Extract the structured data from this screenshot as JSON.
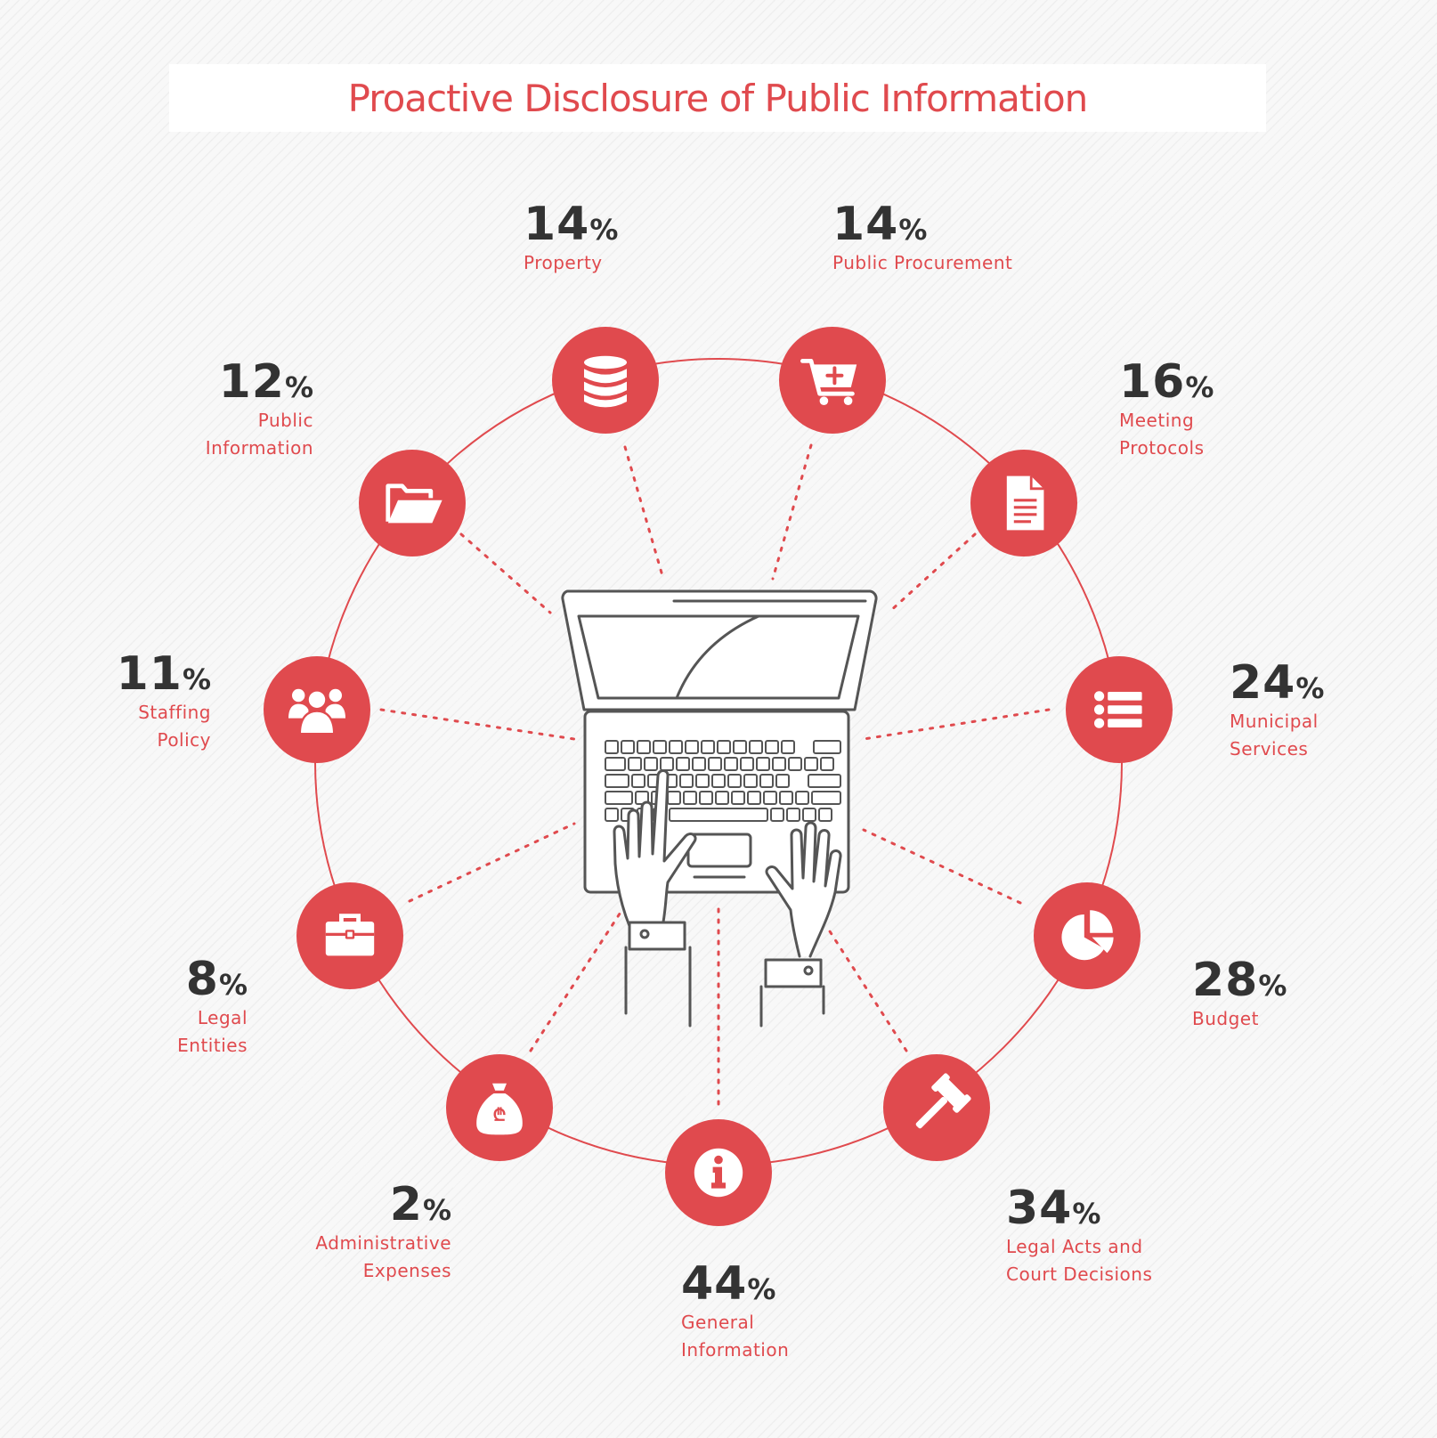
{
  "title": "Proactive Disclosure of Public Information",
  "percent_sign": "%",
  "colors": {
    "accent": "#e04a4e",
    "text_dark": "#333333",
    "line_art": "#555555",
    "background": "#f7f7f7"
  },
  "categories": [
    {
      "id": "property",
      "value": "14",
      "label": [
        "Property"
      ],
      "icon": "database-icon"
    },
    {
      "id": "public-procurement",
      "value": "14",
      "label": [
        "Public Procurement"
      ],
      "icon": "shopping-cart-plus-icon"
    },
    {
      "id": "meeting-protocols",
      "value": "16",
      "label": [
        "Meeting",
        "Protocols"
      ],
      "icon": "document-icon"
    },
    {
      "id": "municipal-services",
      "value": "24",
      "label": [
        "Municipal",
        "Services"
      ],
      "icon": "list-icon"
    },
    {
      "id": "budget",
      "value": "28",
      "label": [
        "Budget"
      ],
      "icon": "pie-chart-icon"
    },
    {
      "id": "legal-acts",
      "value": "34",
      "label": [
        "Legal Acts and",
        "Court Decisions"
      ],
      "icon": "gavel-icon"
    },
    {
      "id": "general-information",
      "value": "44",
      "label": [
        "General",
        "Information"
      ],
      "icon": "info-icon"
    },
    {
      "id": "administrative-expenses",
      "value": "2",
      "label": [
        "Administrative",
        "Expenses"
      ],
      "icon": "money-bag-icon"
    },
    {
      "id": "legal-entities",
      "value": "8",
      "label": [
        "Legal",
        "Entities"
      ],
      "icon": "briefcase-icon"
    },
    {
      "id": "staffing-policy",
      "value": "11",
      "label": [
        "Staffing",
        "Policy"
      ],
      "icon": "people-icon"
    },
    {
      "id": "public-information",
      "value": "12",
      "label": [
        "Public",
        "Information"
      ],
      "icon": "folder-open-icon"
    }
  ],
  "center": {
    "icon": "laptop-typing-hands-icon"
  }
}
